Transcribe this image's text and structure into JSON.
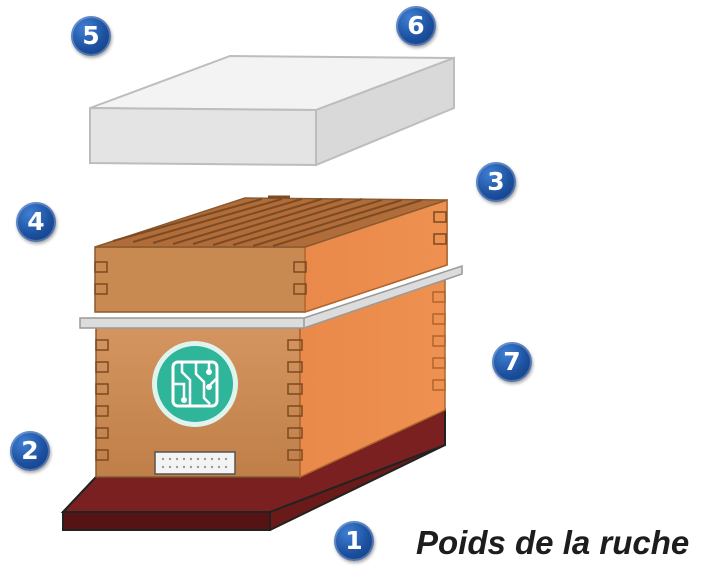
{
  "caption": "Poids de la ruche",
  "markers": [
    "1",
    "2",
    "3",
    "4",
    "5",
    "6",
    "7"
  ],
  "icons": {
    "sensor": "circuit-board-icon"
  },
  "colors": {
    "badge": "#1c4f9e",
    "roof": "#e6e6e6",
    "super_front": "#c98a52",
    "body_side": "#e88a45",
    "base": "#6b1a1a",
    "sensor_bg": "#2fb59a"
  }
}
